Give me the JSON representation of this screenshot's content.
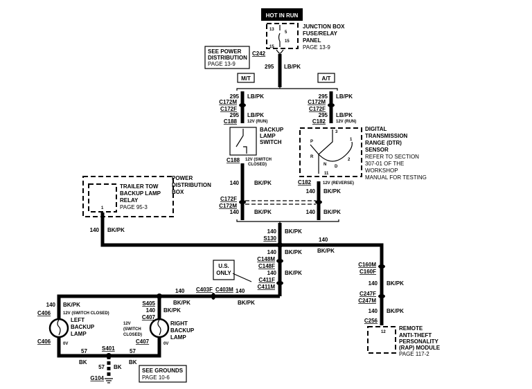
{
  "diagram": {
    "hot_in_run": "HOT IN RUN",
    "junction_box": {
      "lines": [
        "JUNCTION BOX",
        "FUSE/RELAY",
        "PANEL"
      ],
      "page": "PAGE 13-9",
      "pins": [
        "13",
        "5",
        "15",
        "15"
      ]
    },
    "see_power": {
      "lines": [
        "SEE  POWER",
        "DISTRIBUTION"
      ],
      "page": "PAGE 13-9"
    },
    "c242": "C242",
    "main_wire": {
      "circuit": "295",
      "color": "LB/PK"
    },
    "mt_label": "M/T",
    "at_label": "A/T",
    "mt_branch": {
      "c1": "C172M",
      "c2": "C172F",
      "c3": "C188",
      "circuit": "295",
      "color": "LB/PK",
      "voltage": "12V (RUN)"
    },
    "at_branch": {
      "c1": "C172M",
      "c2": "C172F",
      "c3": "C182",
      "circuit": "295",
      "color": "LB/PK",
      "voltage": "12V (RUN)"
    },
    "backup_switch": {
      "lines": [
        "BACKUP",
        "LAMP",
        "SWITCH"
      ],
      "connector": "C188",
      "voltage": "12V (SWITCH",
      "voltage2": "CLOSED)"
    },
    "dtr_sensor": {
      "lines": [
        "DIGITAL",
        "TRANSMISSION",
        "RANGE  (DTR)",
        "SENSOR"
      ],
      "notes": [
        "REFER TO SECTION",
        "307-01 OF THE",
        "WORKSHOP",
        "MANUAL FOR TESTING"
      ],
      "pins": [
        "3",
        "1",
        "2",
        "11"
      ],
      "positions": [
        "P",
        "R",
        "N",
        "D"
      ],
      "connector": "C182",
      "voltage": "12V (REVERSE)"
    },
    "power_dist_box": {
      "lines": [
        "POWER",
        "DISTRIBUTION",
        "BOX"
      ]
    },
    "trailer_relay": {
      "lines": [
        "TRAILER TOW",
        "BACKUP LAMP",
        "RELAY"
      ],
      "page": "PAGE 95-3",
      "pin": "1"
    },
    "wire_140": {
      "circuit": "140",
      "color": "BK/PK"
    },
    "mid_connectors": {
      "c172f": "C172F",
      "c172m": "C172M"
    },
    "splice_s130": "S130",
    "c148": {
      "m": "C148M",
      "f": "C148F"
    },
    "c411": {
      "f": "C411F",
      "m": "C411M"
    },
    "us_only": [
      "U.S.",
      "ONLY"
    ],
    "c403": {
      "f": "C403F",
      "m": "C403M"
    },
    "c160": {
      "m": "C160M",
      "f": "C160F"
    },
    "c247": {
      "f": "C247F",
      "m": "C247M"
    },
    "c256": "C256",
    "rap_module": {
      "lines": [
        "REMOTE",
        "ANTI-THEFT",
        "PERSONALITY",
        "(RAP)  MODULE"
      ],
      "page": "PAGE 117-2",
      "pin": "12"
    },
    "s405": "S405",
    "left_lamp": {
      "lines": [
        "LEFT",
        "BACKUP",
        "LAMP"
      ],
      "connector": "C406",
      "voltage": "12V (SWITCH CLOSED)",
      "ground_v": "0V"
    },
    "right_lamp": {
      "lines": [
        "RIGHT",
        "BACKUP",
        "LAMP"
      ],
      "connector": "C407",
      "voltage": [
        "12V",
        "(SWITCH",
        "CLOSED)"
      ],
      "ground_v": "0V"
    },
    "ground": {
      "circuit": "57",
      "color": "BK",
      "splice": "S401",
      "ground": "G104"
    },
    "see_grounds": {
      "line": "SEE  GROUNDS",
      "page": "PAGE 10-6"
    }
  }
}
